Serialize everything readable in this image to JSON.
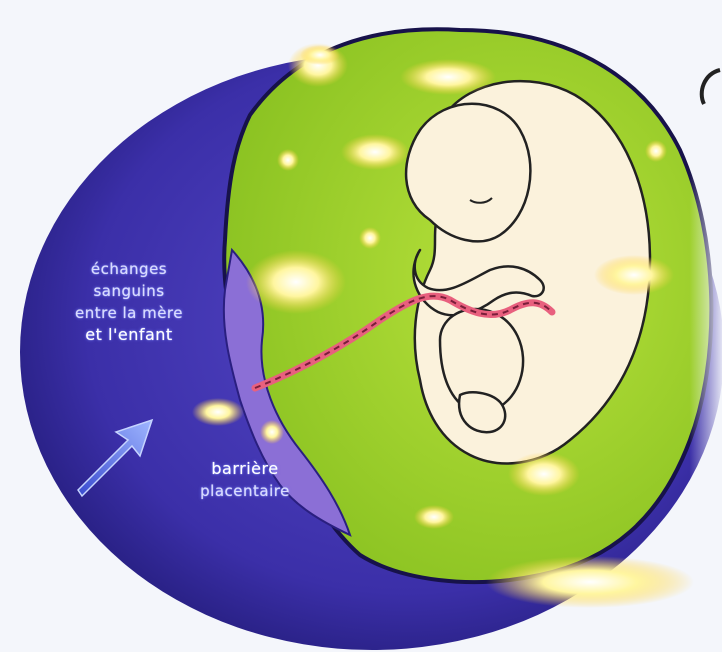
{
  "captions": {
    "exchanges": [
      "échanges",
      "sanguins",
      "entre la mère",
      "et l'enfant"
    ],
    "barrier": [
      "barrière",
      "placentaire"
    ]
  },
  "colors": {
    "background": "#f4f6fb",
    "uterus_outer": "#3b2fa8",
    "uterus_deep": "#1e1870",
    "amniotic_fluid": "#9fd32a",
    "placenta": "#8b6fd6",
    "fetus": "#fbf2dc",
    "umbilical_cord": "#e8607e",
    "highlight_label": "#fff07a",
    "arrow": "#6f8ff0"
  },
  "icons": {
    "arrow": "arrow-icon"
  }
}
